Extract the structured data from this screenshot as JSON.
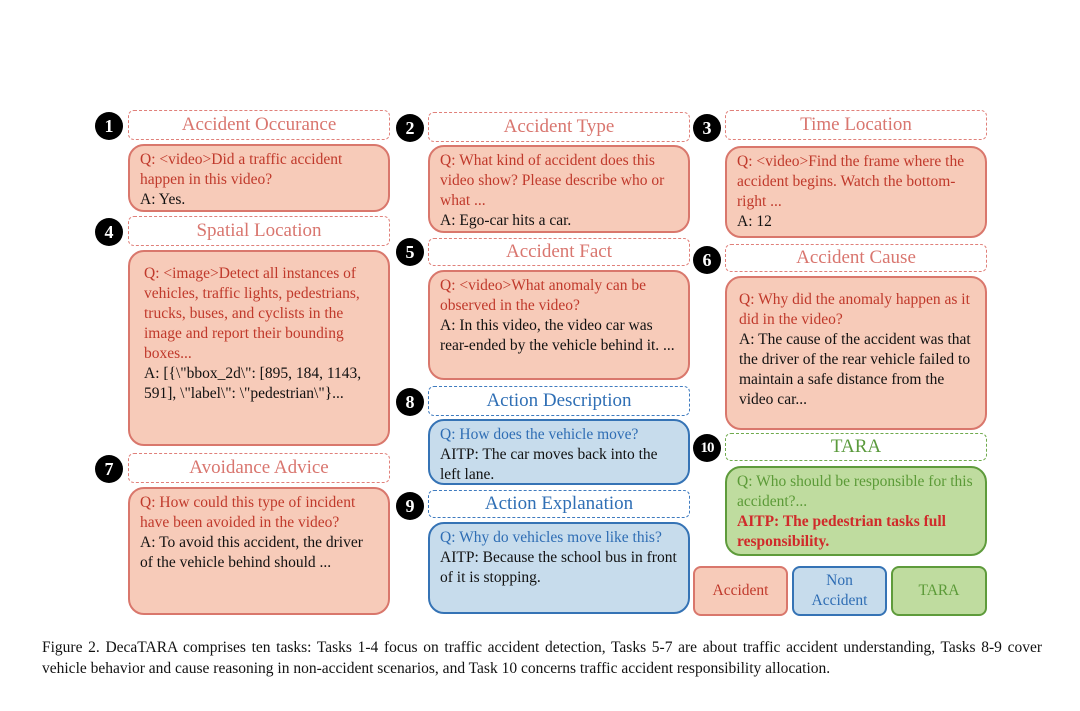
{
  "tasks": [
    {
      "num": "1",
      "title": "Accident Occurance",
      "q": "Q: <video>Did a traffic accident happen in this video?",
      "a": "A: Yes."
    },
    {
      "num": "2",
      "title": "Accident Type",
      "q": "Q: What kind of accident does this video show? Please describe who or what ...",
      "a": "A: Ego-car hits a car."
    },
    {
      "num": "3",
      "title": "Time Location",
      "q": "Q: <video>Find the frame where the accident begins. Watch the bottom-right ...",
      "a": "A: 12"
    },
    {
      "num": "4",
      "title": "Spatial Location",
      "q": "Q: <image>Detect all instances of vehicles, traffic lights, pedestrians, trucks, buses, and cyclists in the image and report their bounding boxes...",
      "a": "A: [{\\\"bbox_2d\\\": [895, 184, 1143, 591], \\\"label\\\": \\\"pedestrian\\\"}..."
    },
    {
      "num": "5",
      "title": "Accident Fact",
      "q": "Q: <video>What anomaly can be observed in the video?",
      "a": "A: In this video, the video car was rear-ended by the vehicle behind it. ..."
    },
    {
      "num": "6",
      "title": "Accident Cause",
      "q": "Q: Why did the anomaly happen as it did in the video?",
      "a": "A: The cause of the accident was that the driver of the rear vehicle failed to maintain a safe distance from the video car..."
    },
    {
      "num": "7",
      "title": "Avoidance Advice",
      "q": "Q: How could this type of incident have been avoided in the video?",
      "a": "A: To avoid this accident, the driver of the vehicle behind should ..."
    },
    {
      "num": "8",
      "title": "Action Description",
      "q": "Q: How does the vehicle move?",
      "a": "AITP: The car moves back into the left lane."
    },
    {
      "num": "9",
      "title": "Action Explanation",
      "q": "Q: Why do vehicles move like this?",
      "a": "AITP: Because the school bus in front of it is stopping."
    },
    {
      "num": "10",
      "title": "TARA",
      "q": "Q: Who should be responsible for this accident?...",
      "a": "AITP: The pedestrian tasks full responsibility."
    }
  ],
  "legend": {
    "accident": "Accident",
    "non_accident": "Non Accident",
    "tara": "TARA"
  },
  "caption": "Figure 2. DecaTARA comprises ten tasks: Tasks 1-4 focus on traffic accident detection, Tasks 5-7 are about traffic accident understanding, Tasks 8-9 cover vehicle behavior and cause reasoning in non-accident scenarios, and Task 10 concerns traffic accident responsibility allocation.",
  "colors": {
    "accident": "#f7cbb9",
    "non_accident": "#c7dcec",
    "tara": "#bfdc9f"
  }
}
